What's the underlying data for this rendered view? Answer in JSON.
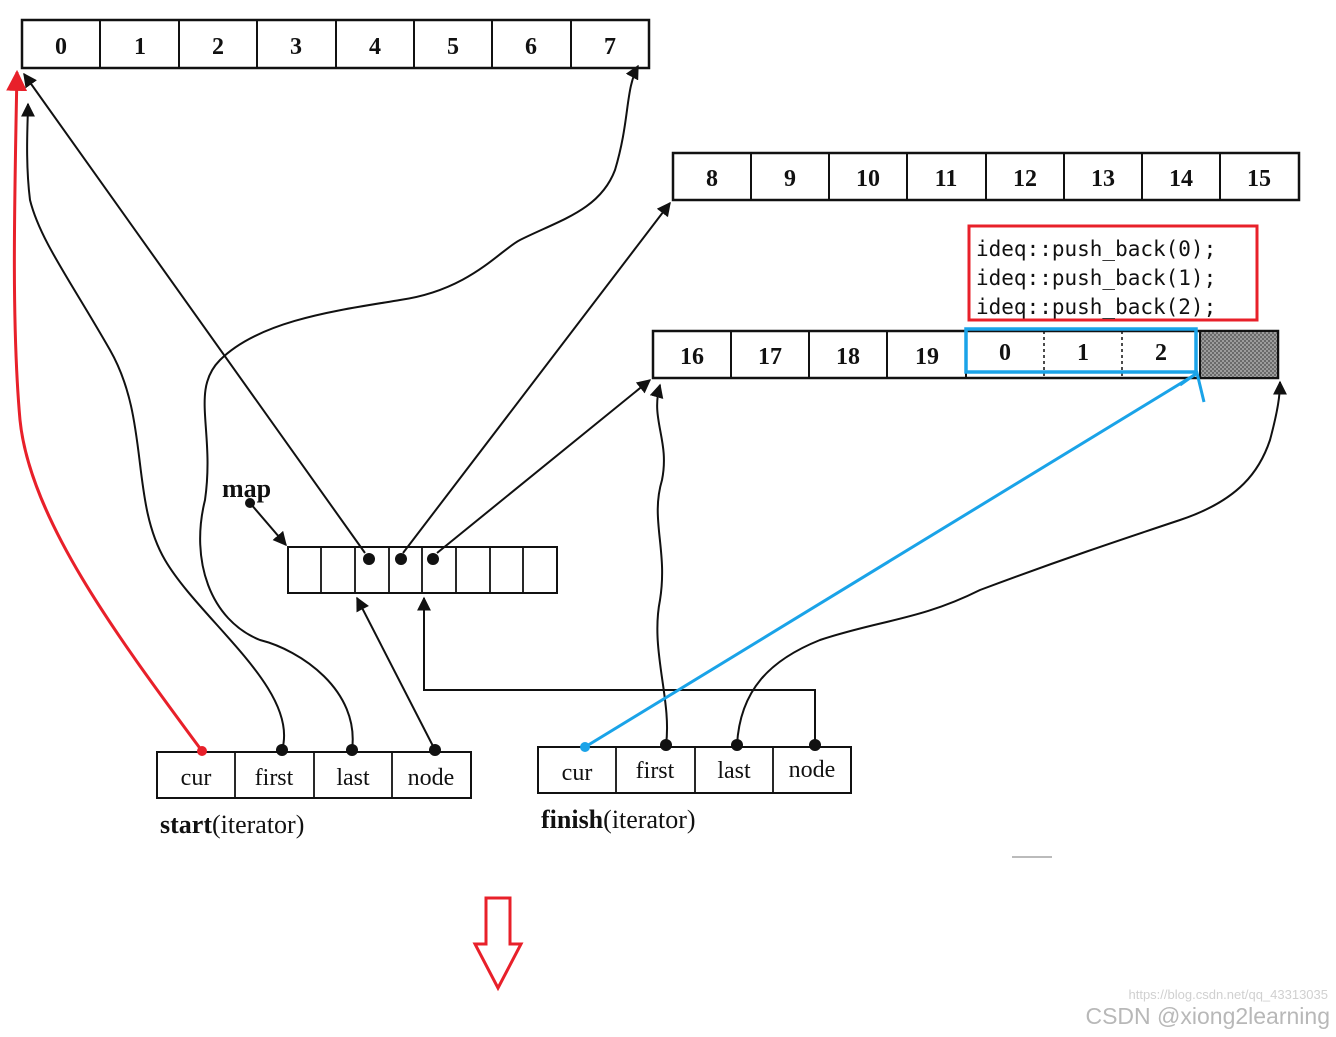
{
  "buffers": {
    "buffer_a": [
      "0",
      "1",
      "2",
      "3",
      "4",
      "5",
      "6",
      "7"
    ],
    "buffer_b": [
      "8",
      "9",
      "10",
      "11",
      "12",
      "13",
      "14",
      "15"
    ],
    "buffer_c": [
      "16",
      "17",
      "18",
      "19",
      "0",
      "1",
      "2"
    ]
  },
  "map": {
    "label": "map"
  },
  "start": {
    "fields": [
      "cur",
      "first",
      "last",
      "node"
    ],
    "name": "start",
    "suffix": "(iterator)"
  },
  "finish": {
    "fields": [
      "cur",
      "first",
      "last",
      "node"
    ],
    "name": "finish",
    "suffix": "(iterator)"
  },
  "code": [
    "ideq::push_back(0);",
    "ideq::push_back(1);",
    "ideq::push_back(2);"
  ],
  "watermark": {
    "url": "https://blog.csdn.net/qq_43313035",
    "credit": "CSDN @xiong2learning"
  },
  "colors": {
    "ink": "#111111",
    "highlight_red": "#e8202a",
    "highlight_blue": "#1aa3e8",
    "hatch": "#8a8a8a"
  }
}
